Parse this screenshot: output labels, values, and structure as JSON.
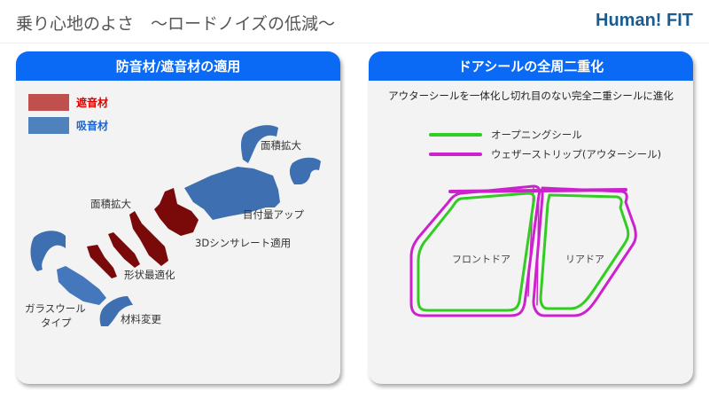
{
  "header": {
    "title": "乗り心地のよさ　～ロードノイズの低減～",
    "brand": "Human! FIT"
  },
  "colors": {
    "panel_header": "#0a6af5",
    "sound_insulation": "#c0504d",
    "sound_absorption": "#4f81bd",
    "sound_insulation_text": "#e00000",
    "sound_absorption_text": "#1a66d8",
    "opening_seal": "#33cc22",
    "weather_strip": "#cc22cc",
    "brand": "#1c5b8e"
  },
  "left_panel": {
    "title": "防音材/遮音材の適用",
    "legend": [
      {
        "label": "遮音材",
        "color": "#c0504d"
      },
      {
        "label": "吸音材",
        "color": "#4f81bd"
      }
    ],
    "annotations": {
      "area_expand_top": "面積拡大",
      "weight_up": "目付量アップ",
      "area_expand_mid": "面積拡大",
      "thinsulate_3d": "3Dシンサレート適用",
      "shape_optimize": "形状最適化",
      "glass_wool_1": "ガラスウール",
      "glass_wool_2": "タイプ",
      "material_change": "材料変更"
    }
  },
  "right_panel": {
    "title": "ドアシールの全周二重化",
    "subtitle": "アウターシールを一体化し切れ目のない完全二重シールに進化",
    "legend": [
      {
        "label": "オープニングシール",
        "color": "#33cc22"
      },
      {
        "label": "ウェザーストリップ(アウターシール)",
        "color": "#cc22cc"
      }
    ],
    "doors": {
      "front": "フロントドア",
      "rear": "リアドア"
    }
  }
}
